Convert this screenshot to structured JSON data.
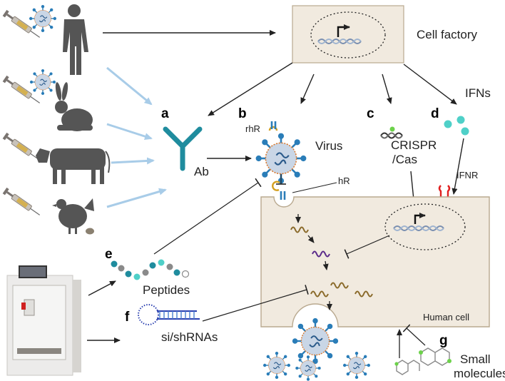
{
  "labels": {
    "cell_factory": "Cell factory",
    "a": "a",
    "b": "b",
    "c": "c",
    "d": "d",
    "e": "e",
    "f": "f",
    "g": "g",
    "rhR": "rhR",
    "virus": "Virus",
    "crispr_line1": "CRISPR",
    "crispr_line2": "/Cas",
    "ifns": "IFNs",
    "ab": "Ab",
    "hR": "hR",
    "ifnr": "IFNR",
    "peptides": "Peptides",
    "si_shrnas": "si/shRNAs",
    "human_cell": "Human cell",
    "small_line1": "Small",
    "small_line2": "molecules"
  },
  "colors": {
    "virus_body": "#c9d6e6",
    "virus_spike": "#2a7db8",
    "virus_outline": "#d9792e",
    "antibody": "#1f8c9e",
    "ifn": "#4fd0c8",
    "ifnr": "#e02020",
    "rna_brown": "#8a6a2a",
    "rna_purple": "#5a2a8a",
    "cell_fill": "#f1eadf",
    "cell_stroke": "#b9a98f",
    "silhouette": "#555555",
    "blue_arrow": "#a8cce8",
    "shrna": "#2a3fb0"
  },
  "icons": [
    "syringe-icon",
    "human-silhouette-icon",
    "rabbit-icon",
    "cow-icon",
    "chicken-icon",
    "antibody-icon",
    "virus-icon",
    "dna-icon",
    "crispr-icon",
    "ifn-icon",
    "ifnr-icon",
    "peptide-icon",
    "shrna-icon",
    "small-molecule-icon",
    "synthesizer-machine-icon"
  ]
}
